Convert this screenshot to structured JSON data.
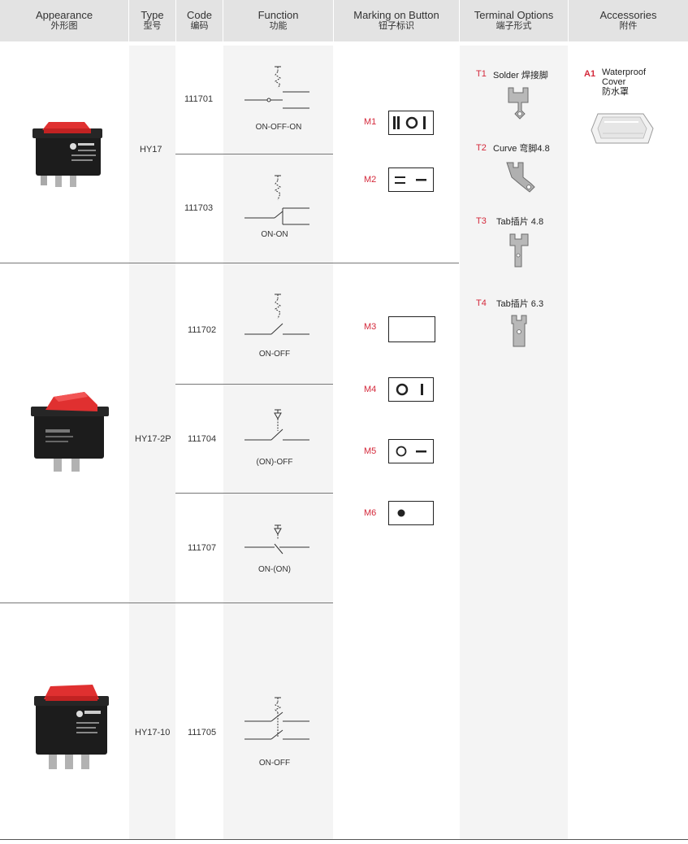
{
  "header": {
    "appearance": {
      "en": "Appearance",
      "cn": "外形图"
    },
    "type": {
      "en": "Type",
      "cn": "型号"
    },
    "code": {
      "en": "Code",
      "cn": "编码"
    },
    "function": {
      "en": "Function",
      "cn": "功能"
    },
    "marking": {
      "en": "Marking on Button",
      "cn": "钮子标识"
    },
    "terminal": {
      "en": "Terminal Options",
      "cn": "端子形式"
    },
    "accessories": {
      "en": "Accessories",
      "cn": "附件"
    }
  },
  "rows": [
    {
      "type": "HY17",
      "items": [
        {
          "code": "111701",
          "function": "ON-OFF-ON"
        },
        {
          "code": "111703",
          "function": "ON-ON"
        }
      ]
    },
    {
      "type": "HY17-2P",
      "items": [
        {
          "code": "111702",
          "function": "ON-OFF"
        },
        {
          "code": "111704",
          "function": "(ON)-OFF"
        },
        {
          "code": "111707",
          "function": "ON-(ON)"
        }
      ]
    },
    {
      "type": "HY17-10",
      "items": [
        {
          "code": "111705",
          "function": "ON-OFF"
        }
      ]
    }
  ],
  "markings": [
    {
      "id": "M1",
      "symbol": "II O I"
    },
    {
      "id": "M2",
      "symbol": "= -"
    },
    {
      "id": "M3",
      "symbol": "blank"
    },
    {
      "id": "M4",
      "symbol": "O I"
    },
    {
      "id": "M5",
      "symbol": "O -"
    },
    {
      "id": "M6",
      "symbol": "dot"
    }
  ],
  "terminals": [
    {
      "id": "T1",
      "name": "Solder 焊接脚"
    },
    {
      "id": "T2",
      "name": "Curve 弯脚4.8"
    },
    {
      "id": "T3",
      "name": "Tab插片 4.8"
    },
    {
      "id": "T4",
      "name": "Tab插片 6.3"
    }
  ],
  "accessory": {
    "id": "A1",
    "name_line1": "Waterproof",
    "name_line2": "Cover",
    "name_cn": "防水罩"
  },
  "colors": {
    "accent_red": "#d4283a",
    "header_bg": "#e3e3e3",
    "cell_shade": "#f4f4f4",
    "rocker_red": "#e03030",
    "body_black": "#1c1c1c"
  }
}
